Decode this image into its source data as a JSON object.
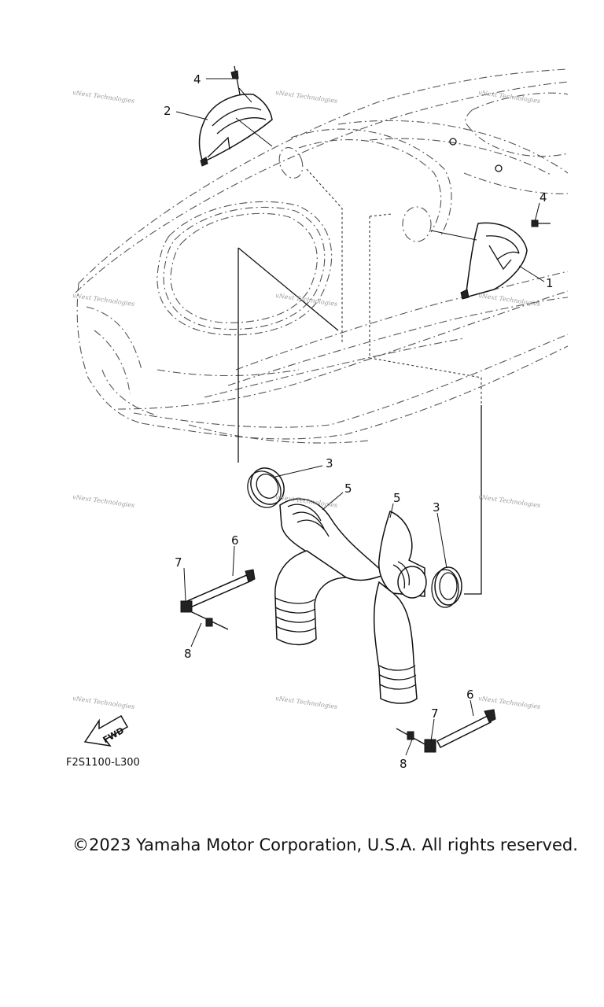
{
  "diagram": {
    "reference_code": "F2S1100-L300",
    "fwd_label": "FWD",
    "watermark_text": "vNext Technologies",
    "callouts": {
      "n1": "1",
      "n2": "2",
      "n3": "3",
      "n4": "4",
      "n5": "5",
      "n6": "6",
      "n7": "7",
      "n8": "8"
    }
  },
  "footer": {
    "copyright": "©2023 Yamaha Motor Corporation, U.S.A. All rights reserved."
  }
}
